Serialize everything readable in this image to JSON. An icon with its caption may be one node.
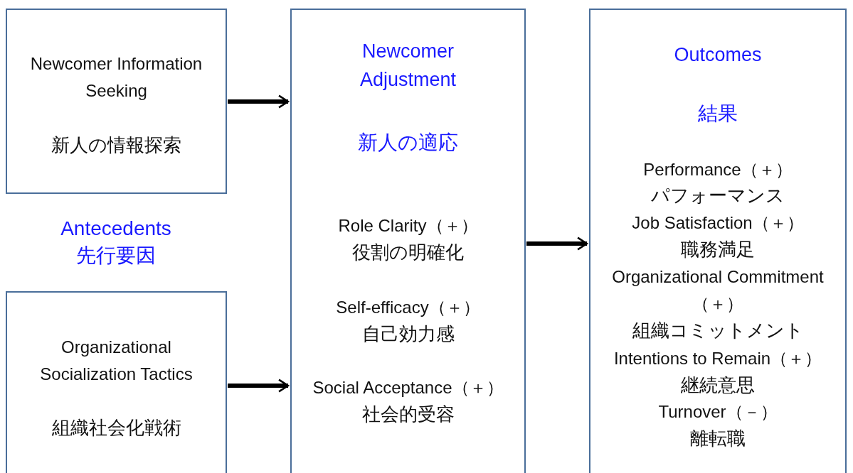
{
  "diagram": {
    "nodes": [
      {
        "text": [
          "Newcomer Information Seeking",
          "新人の情報探索"
        ]
      },
      {
        "text": [
          "Organizational Socialization Tactics",
          "組織社会化戦術"
        ]
      },
      {
        "text": [
          "Newcomer Adjustment",
          "新人の適応",
          "Role Clarity（＋）",
          "役割の明確化",
          "Self-efficacy（＋）",
          "自己効力感",
          "Social Acceptance（＋）",
          "社会的受容"
        ]
      },
      {
        "text": [
          "Outcomes",
          "結果",
          "Performance（＋）",
          "パフォーマンス",
          "Job Satisfaction（＋）",
          "職務満足",
          "Organizational Commitment（＋）",
          "組織コミットメント",
          "Intentions to Remain（＋）",
          "継続意思",
          "Turnover（－）",
          "離転職"
        ]
      }
    ],
    "edges": [
      {
        "from": 0,
        "to": 2,
        "arrow": "to"
      },
      {
        "from": 1,
        "to": 2,
        "arrow": "to"
      },
      {
        "from": 2,
        "to": 3,
        "arrow": "to"
      }
    ],
    "labels": [
      "Antecedents",
      "先行要因"
    ]
  }
}
